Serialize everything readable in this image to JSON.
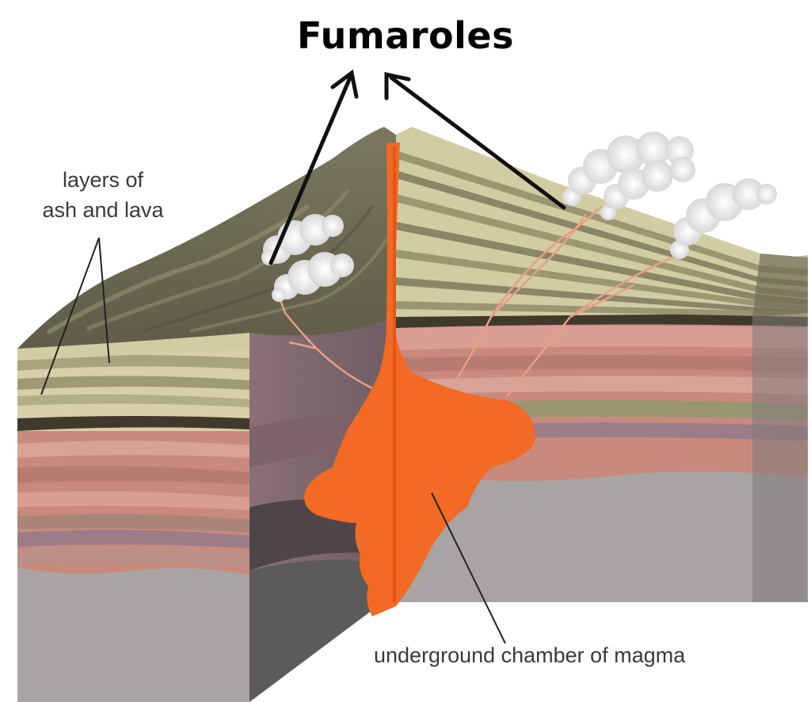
{
  "title": "Fumaroles",
  "labels": {
    "layers_line1": "layers of",
    "layers_line2": "ash and lava",
    "chamber": "underground chamber of magma"
  },
  "colors": {
    "magma": "#f26a24",
    "magma_dark": "#e5551a",
    "ash_layer_light": "#d2cca2",
    "ash_layer_dark": "#9b9672",
    "mountain_slope": "#6f6c55",
    "rock_red": "#c98a7e",
    "rock_pink": "#d99d92",
    "rock_purple": "#9d7c8a",
    "bedrock": "#a8a4a3",
    "steam": "#ececec",
    "arrow": "#111111"
  }
}
